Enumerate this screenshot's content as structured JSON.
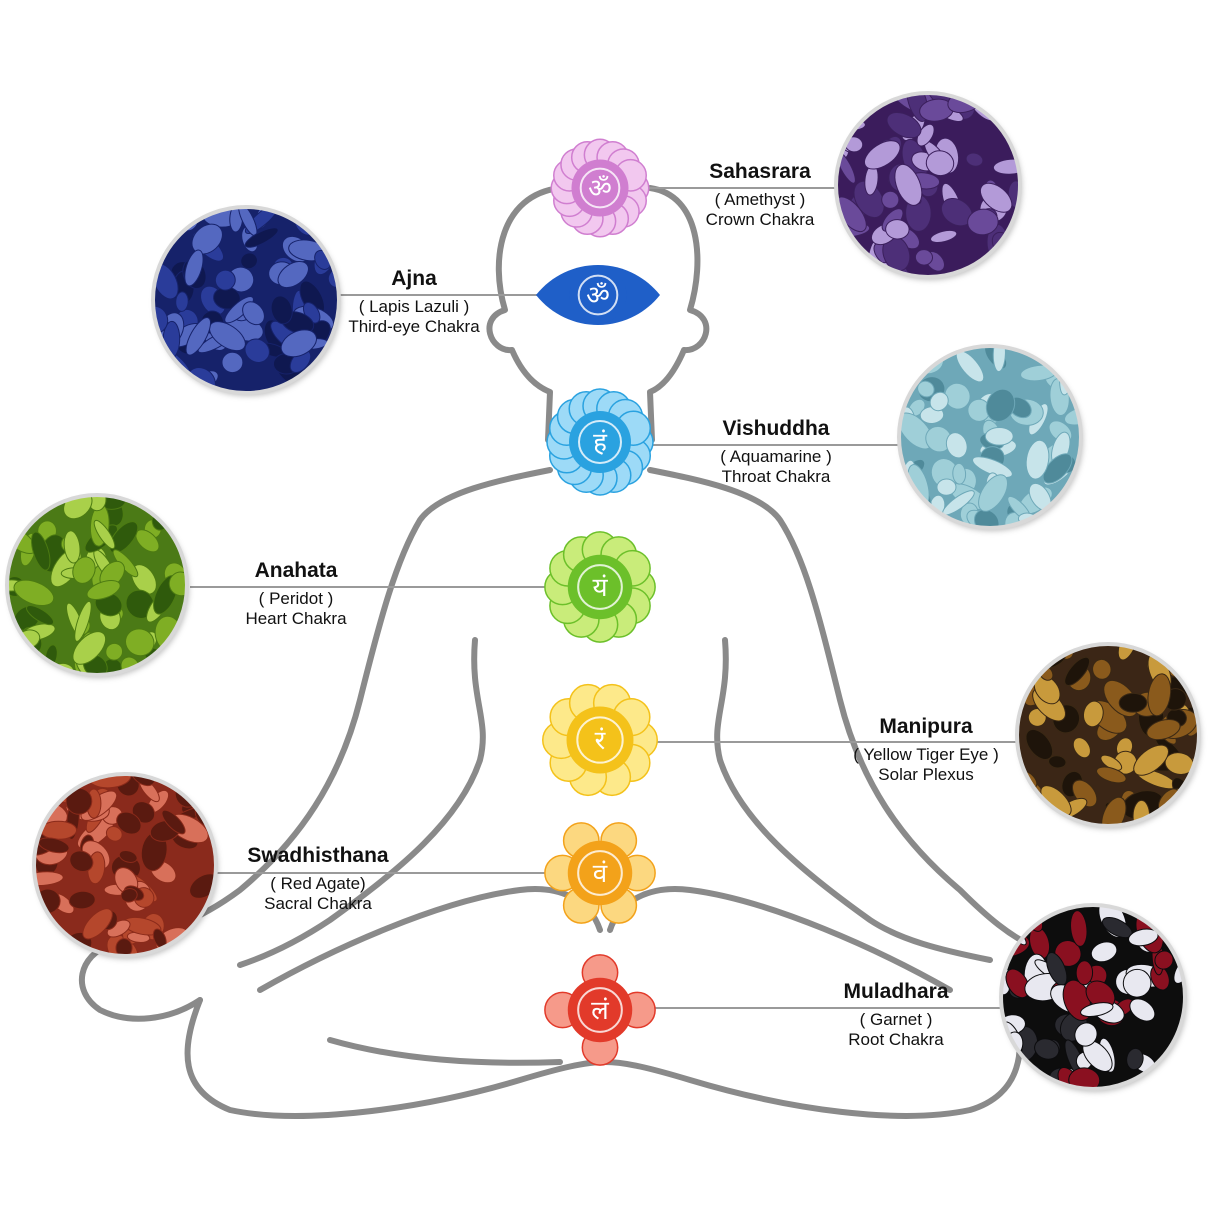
{
  "chakras": [
    {
      "id": "sahasrara",
      "name": "Sahasrara",
      "stone": "( Amethyst )",
      "chakra": "Crown Chakra",
      "symbol": "ॐ",
      "color": "#d07ed0",
      "light": "#f2c8ef",
      "stoneColors": [
        "#3b1f5c",
        "#6a4a9a",
        "#b39ad8",
        "#4d2f78"
      ]
    },
    {
      "id": "ajna",
      "name": "Ajna",
      "stone": "( Lapis Lazuli )",
      "chakra": "Third-eye Chakra",
      "symbol": "ॐ",
      "color": "#1f5fc8",
      "light": "#5aa0ee",
      "stoneColors": [
        "#16226a",
        "#2a3c9a",
        "#5468c0",
        "#0f1850"
      ]
    },
    {
      "id": "vishuddha",
      "name": "Vishuddha",
      "stone": "( Aquamarine )",
      "chakra": "Throat Chakra",
      "symbol": "हं",
      "color": "#2aa2e0",
      "light": "#9ddaf7",
      "stoneColors": [
        "#6ea8b8",
        "#9fcfd8",
        "#4f8a9a",
        "#c7e4ea"
      ]
    },
    {
      "id": "anahata",
      "name": "Anahata",
      "stone": "( Peridot )",
      "chakra": "Heart Chakra",
      "symbol": "यं",
      "color": "#6cc02a",
      "light": "#c9ec7a",
      "stoneColors": [
        "#4c7a12",
        "#7fae24",
        "#a9d04a",
        "#2f5a0c"
      ]
    },
    {
      "id": "manipura",
      "name": "Manipura",
      "stone": "( Yellow Tiger Eye )",
      "chakra": "Solar Plexus",
      "symbol": "रं",
      "color": "#f4c21a",
      "light": "#fde98a",
      "stoneColors": [
        "#3a2814",
        "#8a5a1c",
        "#c89a3c",
        "#1e140a"
      ]
    },
    {
      "id": "swadhisthana",
      "name": "Swadhisthana",
      "stone": "( Red Agate)",
      "chakra": "Sacral Chakra",
      "symbol": "वं",
      "color": "#f3a21a",
      "light": "#fcd880",
      "stoneColors": [
        "#8a2a1a",
        "#b5472c",
        "#d8705a",
        "#5a1a10"
      ]
    },
    {
      "id": "muladhara",
      "name": "Muladhara",
      "stone": "( Garnet )",
      "chakra": "Root Chakra",
      "symbol": "लं",
      "color": "#e23a2a",
      "light": "#f69a8a",
      "stoneColors": [
        "#0c0c0e",
        "#2a2a30",
        "#8a1020",
        "#e8e8f0"
      ]
    }
  ],
  "colors": {
    "outline": "#8a8a8a",
    "connector": "#9a9a9a",
    "circleBorder": "#d8d8d8"
  }
}
